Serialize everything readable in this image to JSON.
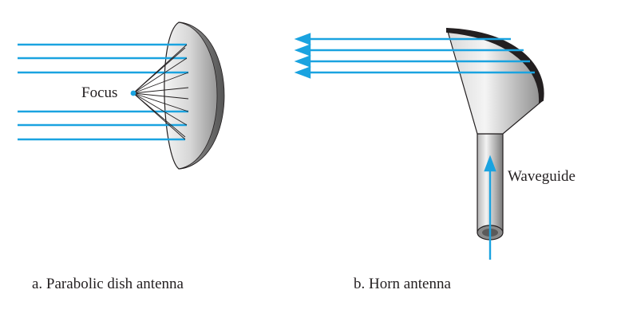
{
  "labels": {
    "focus": "Focus",
    "waveguide": "Waveguide"
  },
  "captions": {
    "dish": "a. Parabolic dish antenna",
    "horn": "b. Horn antenna"
  },
  "colors": {
    "ray": "#1aa3e0",
    "metal_light": "#f2f2f2",
    "metal_mid": "#c4c4c4",
    "metal_dark": "#6e6e6e",
    "outline": "#231f20",
    "text": "#231f20"
  }
}
